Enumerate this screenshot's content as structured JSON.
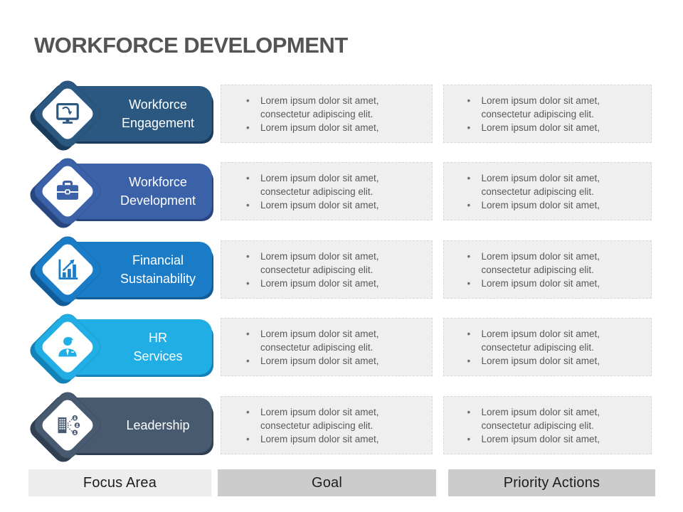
{
  "title": "WORKFORCE DEVELOPMENT",
  "rows": [
    {
      "id": "workforce-engagement",
      "label_lines": [
        "Workforce",
        "Engagement"
      ],
      "icon": "monitor-cursor-icon",
      "color_main": "#2B5881",
      "color_dark": "#1A3C5C"
    },
    {
      "id": "workforce-development",
      "label_lines": [
        "Workforce",
        "Development"
      ],
      "icon": "briefcase-icon",
      "color_main": "#3B61A8",
      "color_dark": "#27457E"
    },
    {
      "id": "financial-sustainability",
      "label_lines": [
        "Financial",
        "Sustainability"
      ],
      "icon": "bar-chart-growth-icon",
      "color_main": "#1A7CC7",
      "color_dark": "#0F5C99"
    },
    {
      "id": "hr-services",
      "label_lines": [
        "HR",
        "Services"
      ],
      "icon": "businessman-icon",
      "color_main": "#21AEE5",
      "color_dark": "#1283B8"
    },
    {
      "id": "leadership",
      "label_lines": [
        "Leadership"
      ],
      "icon": "building-network-icon",
      "color_main": "#475A70",
      "color_dark": "#303F51"
    }
  ],
  "bullets": {
    "char": "•",
    "items": [
      {
        "lines": [
          "Lorem ipsum dolor sit amet,",
          "consectetur adipiscing elit."
        ]
      },
      {
        "lines": [
          "Lorem ipsum dolor sit amet,"
        ]
      }
    ]
  },
  "footer": {
    "focus_label": "Focus Area",
    "goal_label": "Goal",
    "priority_label": "Priority Actions"
  },
  "colors": {
    "box_bg": "#EFEFEF",
    "box_border": "#D9D9D9",
    "footer_focus_bg": "#EDEDED",
    "footer_other_bg": "#CCCCCC",
    "title_color": "#545454",
    "body_text": "#595959"
  }
}
